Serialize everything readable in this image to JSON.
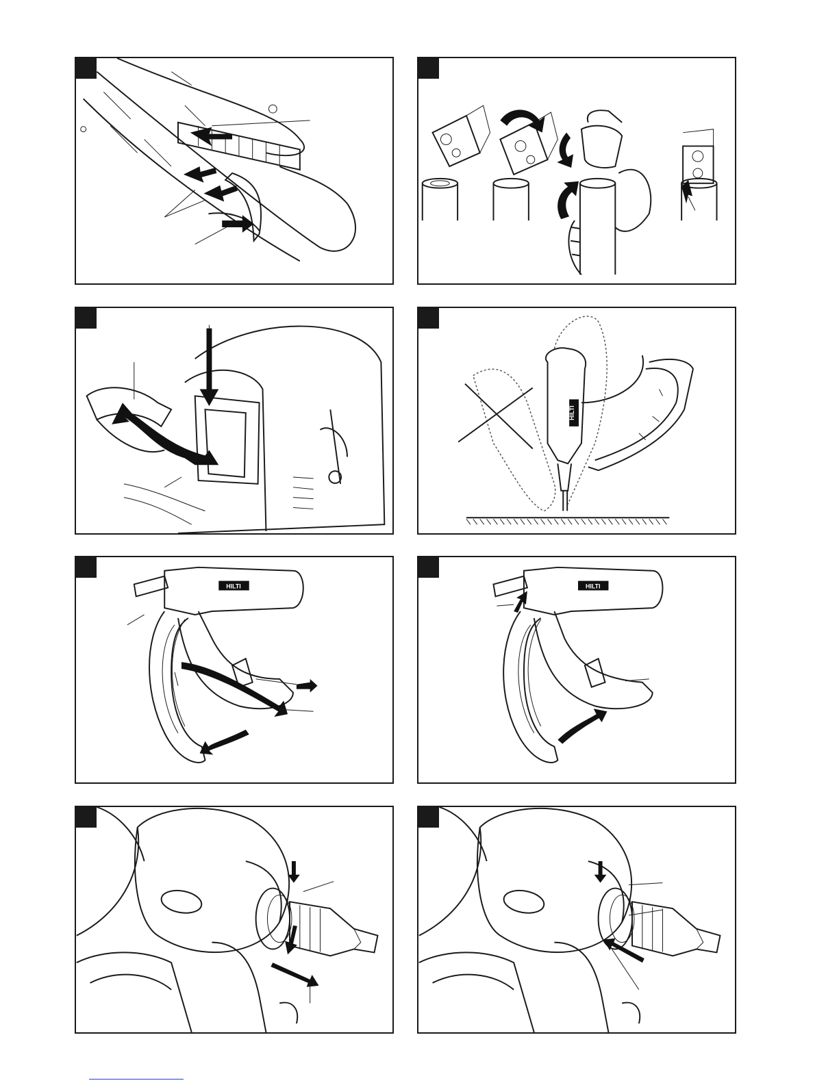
{
  "panels": [
    {
      "id": "figure-1",
      "depicts": "magazine insertion into nailer strip"
    },
    {
      "id": "figure-2",
      "depicts": "gas can adapter attachment sequence"
    },
    {
      "id": "figure-3",
      "depicts": "battery compartment latch"
    },
    {
      "id": "figure-4",
      "depicts": "correct tool orientation against surface"
    },
    {
      "id": "figure-5",
      "depicts": "magazine opening"
    },
    {
      "id": "figure-6",
      "depicts": "magazine closing"
    },
    {
      "id": "figure-7",
      "depicts": "nosepiece removal"
    },
    {
      "id": "figure-8",
      "depicts": "nosepiece installation"
    }
  ],
  "brand": {
    "logo_text": "HILTI"
  },
  "colors": {
    "ink": "#1a1a1a",
    "paper": "#ffffff",
    "footer_rule": "#2a3fd0"
  }
}
